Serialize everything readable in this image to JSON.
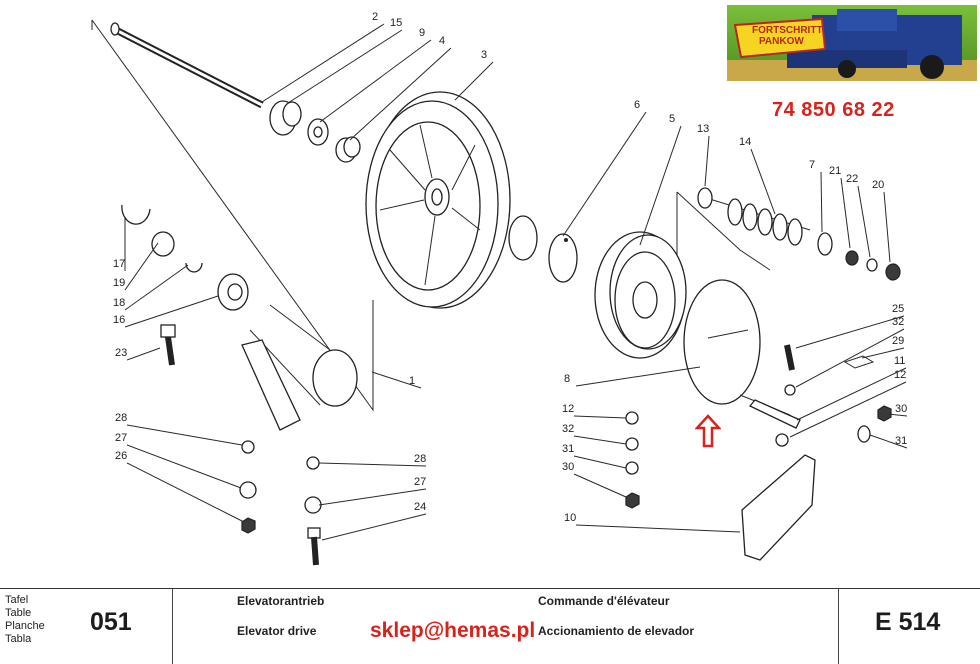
{
  "brand": {
    "logo_line1": "FORTSCHRITT",
    "logo_line2": "PANKOW",
    "phone": "74 850 68 22",
    "email": "sklep@hemas.pl"
  },
  "diagram": {
    "part_labels": [
      "1",
      "2",
      "3",
      "4",
      "5",
      "6",
      "7",
      "8",
      "9",
      "10",
      "11",
      "12",
      "13",
      "14",
      "15",
      "16",
      "17",
      "18",
      "19",
      "20",
      "21",
      "22",
      "23",
      "24",
      "25",
      "26",
      "27",
      "28",
      "29",
      "30",
      "31",
      "32"
    ]
  },
  "title_block": {
    "label_de": "Tafel",
    "label_en": "Table",
    "label_fr": "Planche",
    "label_es": "Tabla",
    "plate_number": "051",
    "title_de": "Elevatorantrieb",
    "title_en": "Elevator drive",
    "title_fr": "Commande d'élévateur",
    "title_es": "Accionamiento de elevador",
    "model": "E 514"
  },
  "colors": {
    "accent": "#d8231c",
    "line": "#2a2a2a"
  }
}
